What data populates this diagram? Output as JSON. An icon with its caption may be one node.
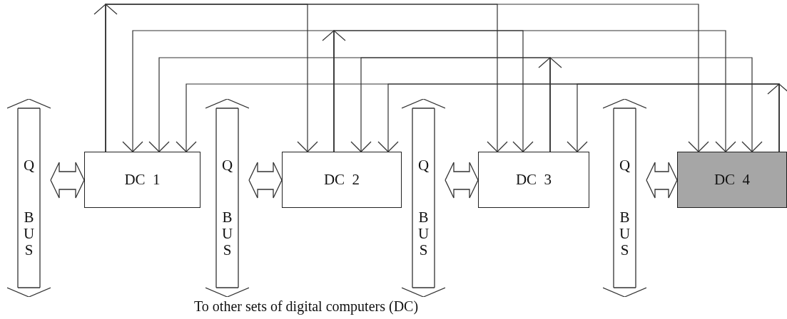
{
  "diagram": {
    "nodes": [
      {
        "text": [
          "Q",
          "BUS"
        ]
      },
      {
        "text": [
          "DC  1"
        ]
      },
      {
        "text": [
          "Q",
          "BUS"
        ]
      },
      {
        "text": [
          "DC  2"
        ]
      },
      {
        "text": [
          "Q",
          "BUS"
        ]
      },
      {
        "text": [
          "DC  3"
        ]
      },
      {
        "text": [
          "Q",
          "BUS"
        ]
      },
      {
        "text": [
          "DC  4"
        ]
      }
    ],
    "edges": [
      {
        "from": 0,
        "to": 1,
        "arrow": "both"
      },
      {
        "from": 2,
        "to": 3,
        "arrow": "both"
      },
      {
        "from": 4,
        "to": 5,
        "arrow": "both"
      },
      {
        "from": 6,
        "to": 7,
        "arrow": "both"
      },
      {
        "from": 1,
        "to": 3,
        "arrow": "to"
      },
      {
        "from": 1,
        "to": 5,
        "arrow": "to"
      },
      {
        "from": 1,
        "to": 7,
        "arrow": "to"
      },
      {
        "from": 3,
        "to": 1,
        "arrow": "to"
      },
      {
        "from": 3,
        "to": 5,
        "arrow": "to"
      },
      {
        "from": 3,
        "to": 7,
        "arrow": "to"
      },
      {
        "from": 5,
        "to": 1,
        "arrow": "to"
      },
      {
        "from": 5,
        "to": 3,
        "arrow": "to"
      },
      {
        "from": 5,
        "to": 7,
        "arrow": "to"
      },
      {
        "from": 7,
        "to": 1,
        "arrow": "to"
      },
      {
        "from": 7,
        "to": 3,
        "arrow": "to"
      },
      {
        "from": 7,
        "to": 5,
        "arrow": "to"
      }
    ],
    "labels": [
      "To other sets of digital computers (DC)"
    ]
  }
}
